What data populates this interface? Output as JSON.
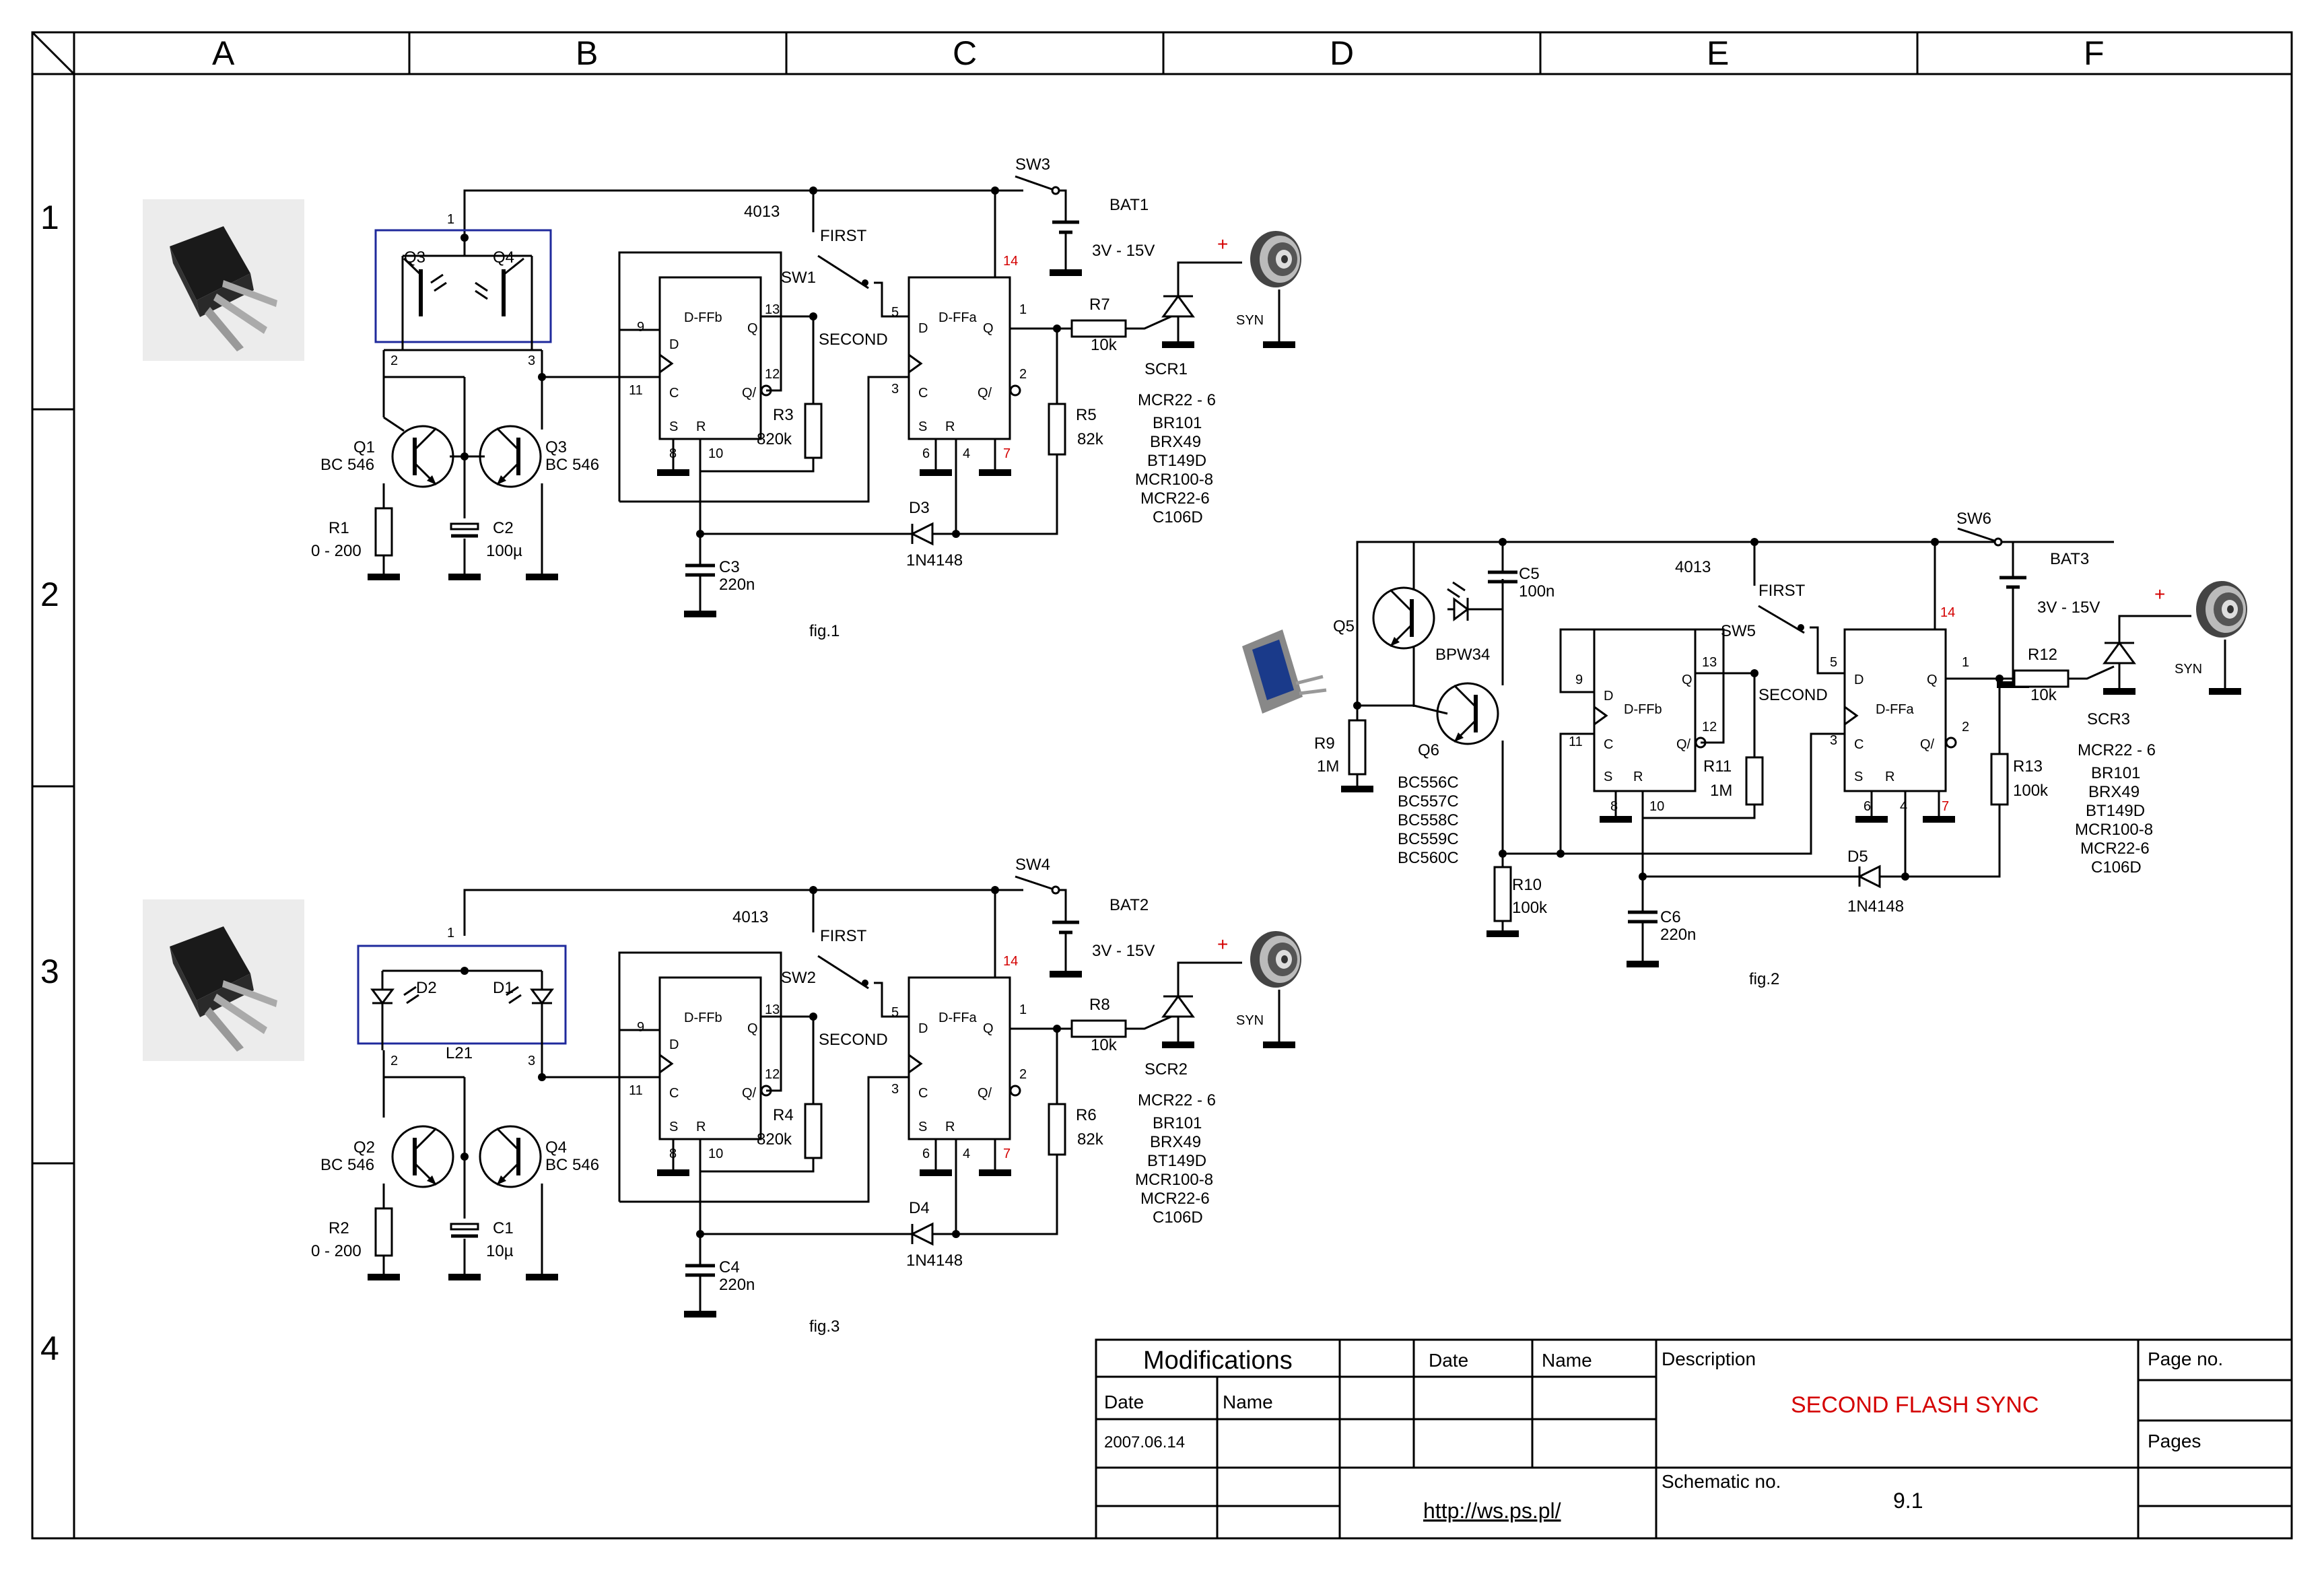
{
  "columns": [
    "A",
    "B",
    "C",
    "D",
    "E",
    "F"
  ],
  "rows": [
    "1",
    "2",
    "3",
    "4"
  ],
  "fig1": {
    "caption": "fig.1",
    "ic": "4013",
    "ffb": "D-FFb",
    "ffa": "D-FFa",
    "sw1": "SW1",
    "sw3": "SW3",
    "first": "FIRST",
    "second": "SECOND",
    "bat": "BAT1",
    "bat_v": "3V - 15V",
    "r7": "R7",
    "r7v": "10k",
    "r5": "R5",
    "r5v": "82k",
    "r3": "R3",
    "r3v": "820k",
    "r1": "R1",
    "r1v": "0 - 200",
    "c2": "C2",
    "c2v": "100µ",
    "c3": "C3",
    "c3v": "220n",
    "q1": "Q1",
    "q3": "Q3",
    "q4": "Q4",
    "bc": "BC 546",
    "d3": "D3",
    "d3v": "1N4148",
    "scr": "SCR1",
    "syn": "SYN",
    "plus": "+",
    "scr_types": [
      "MCR22 - 6",
      "BR101",
      "BRX49",
      "BT149D",
      "MCR100-8",
      "MCR22-6",
      "C106D"
    ]
  },
  "fig3": {
    "caption": "fig.3",
    "ic": "4013",
    "ffb": "D-FFb",
    "ffa": "D-FFa",
    "sw2": "SW2",
    "sw4": "SW4",
    "first": "FIRST",
    "second": "SECOND",
    "bat": "BAT2",
    "bat_v": "3V - 15V",
    "r8": "R8",
    "r8v": "10k",
    "r6": "R6",
    "r6v": "82k",
    "r4": "R4",
    "r4v": "820k",
    "r2": "R2",
    "r2v": "0 - 200",
    "c1": "C1",
    "c1v": "10µ",
    "c4": "C4",
    "c4v": "220n",
    "q2": "Q2",
    "q4": "Q4",
    "bc": "BC 546",
    "d1": "D1",
    "d2": "D2",
    "l21": "L21",
    "d4": "D4",
    "d4v": "1N4148",
    "scr": "SCR2",
    "syn": "SYN",
    "plus": "+",
    "scr_types": [
      "MCR22 - 6",
      "BR101",
      "BRX49",
      "BT149D",
      "MCR100-8",
      "MCR22-6",
      "C106D"
    ]
  },
  "fig2": {
    "caption": "fig.2",
    "ic": "4013",
    "ffb": "D-FFb",
    "ffa": "D-FFa",
    "sw5": "SW5",
    "sw6": "SW6",
    "first": "FIRST",
    "second": "SECOND",
    "bat": "BAT3",
    "bat_v": "3V - 15V",
    "r12": "R12",
    "r12v": "10k",
    "r13": "R13",
    "r13v": "100k",
    "r11": "R11",
    "r11v": "1M",
    "r9": "R9",
    "r9v": "1M",
    "r10": "R10",
    "r10v": "100k",
    "c5": "C5",
    "c5v": "100n",
    "c6": "C6",
    "c6v": "220n",
    "q5": "Q5",
    "q6": "Q6",
    "bpw": "BPW34",
    "q6_types": [
      "BC556C",
      "BC557C",
      "BC558C",
      "BC559C",
      "BC560C"
    ],
    "d5": "D5",
    "d5v": "1N4148",
    "scr": "SCR3",
    "syn": "SYN",
    "plus": "+",
    "scr_types": [
      "MCR22 - 6",
      "BR101",
      "BRX49",
      "BT149D",
      "MCR100-8",
      "MCR22-6",
      "C106D"
    ]
  },
  "pins": {
    "one": "1",
    "two": "2",
    "three": "3",
    "four": "4",
    "five": "5",
    "six": "6",
    "seven": "7",
    "eight": "8",
    "nine": "9",
    "ten": "10",
    "eleven": "11",
    "twelve": "12",
    "thirteen": "13",
    "fourteen": "14",
    "D": "D",
    "C": "C",
    "S": "S",
    "R": "R",
    "Q": "Q",
    "Qn": "Q/"
  },
  "title_block": {
    "modifications": "Modifications",
    "date_h": "Date",
    "name_h": "Name",
    "date_h2": "Date",
    "name_h2": "Name",
    "description_h": "Description",
    "description": "SECOND FLASH SYNC",
    "page_no_h": "Page no.",
    "pages_h": "Pages",
    "date_value": "2007.06.14",
    "url": "http://ws.ps.pl/",
    "schematic_no_h": "Schematic no.",
    "schematic_no": "9.1"
  },
  "colors": {
    "accent_red": "#d40000",
    "frame_blue": "#1f2a9c"
  }
}
